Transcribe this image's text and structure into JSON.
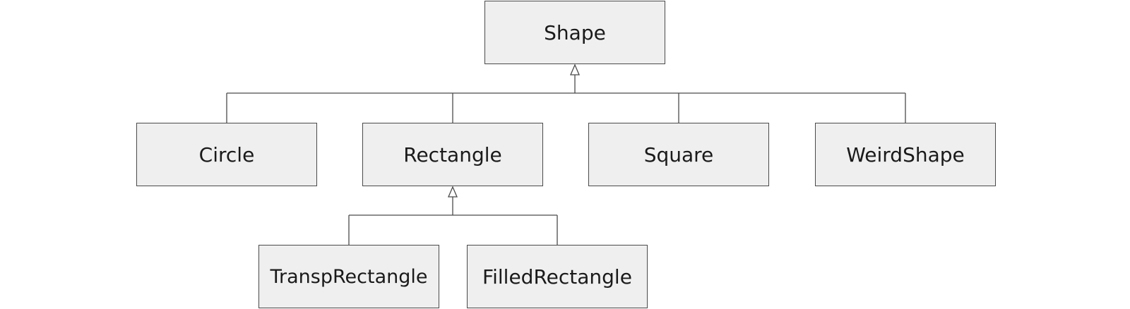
{
  "diagram": {
    "nodes": {
      "shape": "Shape",
      "circle": "Circle",
      "rectangle": "Rectangle",
      "square": "Square",
      "weirdshape": "WeirdShape",
      "transprectangle": "TranspRectangle",
      "filledrectangle": "FilledRectangle"
    },
    "edges": [
      {
        "from": "Circle",
        "to": "Shape",
        "type": "inheritance"
      },
      {
        "from": "Rectangle",
        "to": "Shape",
        "type": "inheritance"
      },
      {
        "from": "Square",
        "to": "Shape",
        "type": "inheritance"
      },
      {
        "from": "WeirdShape",
        "to": "Shape",
        "type": "inheritance"
      },
      {
        "from": "TranspRectangle",
        "to": "Rectangle",
        "type": "inheritance"
      },
      {
        "from": "FilledRectangle",
        "to": "Rectangle",
        "type": "inheritance"
      }
    ],
    "colors": {
      "node_fill": "#efefef",
      "line": "#4a4a4a",
      "text": "#1a1a1a"
    }
  }
}
